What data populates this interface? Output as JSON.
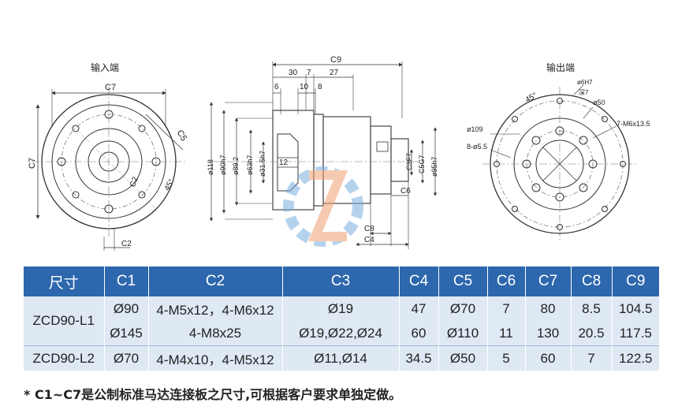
{
  "drawing": {
    "input_title": "输入端",
    "output_title": "输出端",
    "left_view": {
      "c7_top": "C7",
      "c7_side": "C7",
      "c5": "C5",
      "c2": "C2",
      "angle": "45°",
      "c2_hole": "C2"
    },
    "middle_view": {
      "c9": "C9",
      "d30": "30",
      "d7": "7",
      "d27": "27",
      "d6": "6",
      "d10": "10",
      "d8": "8",
      "d12": "12",
      "dia118": "ø118",
      "dia90h7": "ø90h7",
      "dia89": "ø89.2",
      "dia63": "ø63h7",
      "dia31": "ø31.5h7",
      "c3": "C3F7",
      "c5": "C5G7",
      "dia95": "ø95h7",
      "c6": "C6",
      "c8": "C8",
      "c4": "C4"
    },
    "right_view": {
      "angle": "45°",
      "dia6h7": "ø6H7",
      "depth": "深7",
      "dia50": "ø50",
      "holes_m6": "7-M6x13.5",
      "dia109": "ø109",
      "holes_55": "8-ø5.5"
    }
  },
  "table": {
    "headers": [
      "尺寸",
      "C1",
      "C2",
      "C3",
      "C4",
      "C5",
      "C6",
      "C7",
      "C8",
      "C9"
    ],
    "rows": [
      {
        "model": "ZCD90-L1",
        "cells": [
          "Ø90",
          "4-M5x12，4-M6x12",
          "Ø19",
          "47",
          "Ø70",
          "7",
          "80",
          "8.5",
          "104.5"
        ]
      },
      {
        "model": "ZCD90-L1",
        "cells": [
          "Ø145",
          "4-M8x25",
          "Ø19,Ø22,Ø24",
          "60",
          "Ø110",
          "11",
          "130",
          "20.5",
          "117.5"
        ]
      },
      {
        "model": "ZCD90-L2",
        "cells": [
          "Ø70",
          "4-M4x10，4-M5x12",
          "Ø11,Ø14",
          "34.5",
          "Ø50",
          "5",
          "60",
          "7",
          "122.5"
        ]
      }
    ]
  },
  "footnote": "* C1~C7是公制标准马达连接板之尺寸,可根据客户要求单独定做。",
  "colors": {
    "header": "#2d67ad",
    "row_bg": "#dfe9f4",
    "line": "#333333"
  }
}
